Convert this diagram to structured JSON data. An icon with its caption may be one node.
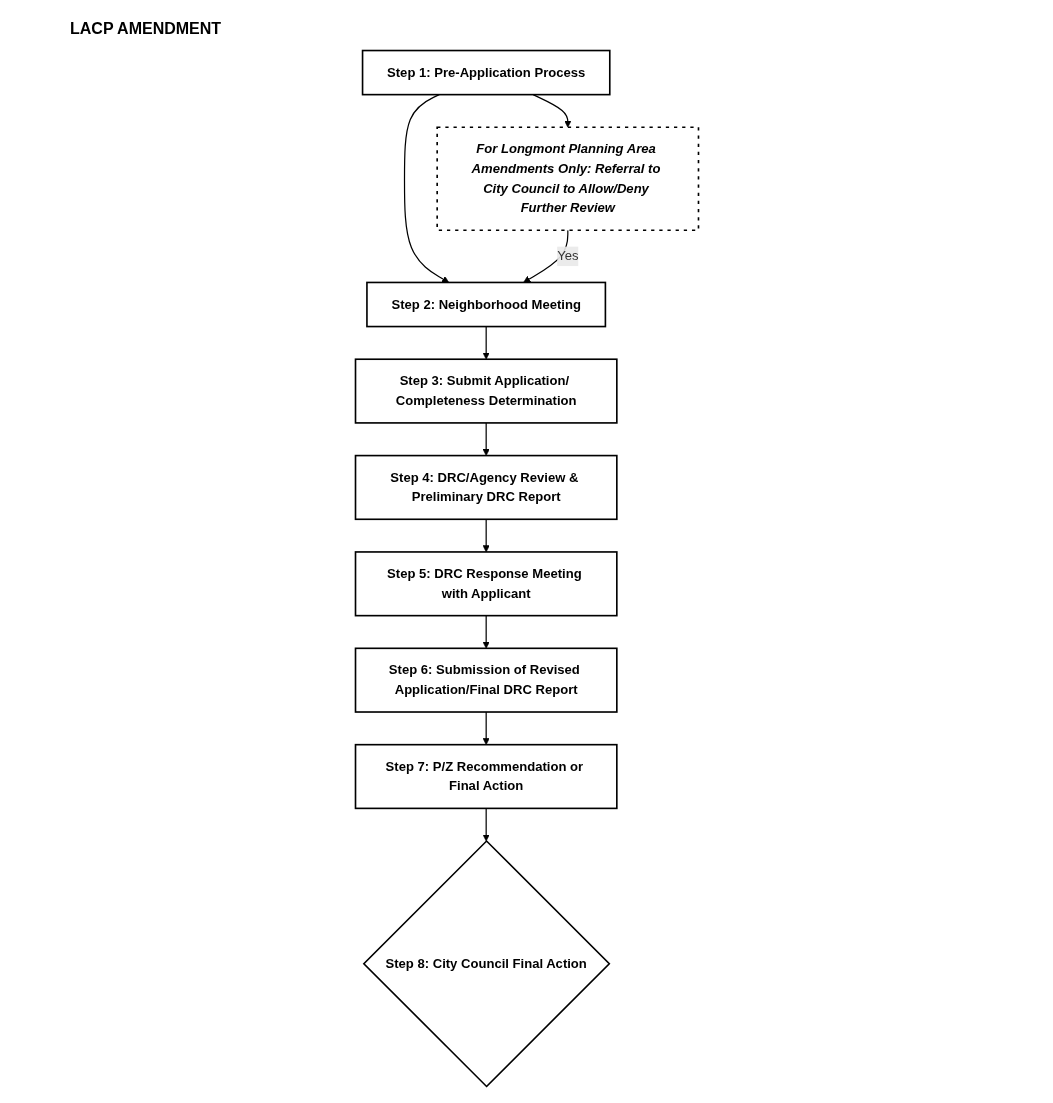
{
  "diagram": {
    "title": "LACP AMENDMENT",
    "nodes": [
      {
        "text": [
          "Step 1: Pre-Application Process"
        ]
      },
      {
        "text": [
          "For Longmont Planning Area Amendments Only: Referral to City Council to Allow/Deny Further Review"
        ]
      },
      {
        "text": [
          "Step 2: Neighborhood Meeting"
        ]
      },
      {
        "text": [
          "Step 3: Submit Application/ Completeness Determination"
        ]
      },
      {
        "text": [
          "Step 4: DRC/Agency Review & Preliminary DRC Report"
        ]
      },
      {
        "text": [
          "Step 5: DRC Response Meeting with Applicant"
        ]
      },
      {
        "text": [
          "Step 6: Submission of Revised Application/Final DRC Report"
        ]
      },
      {
        "text": [
          "Step 7: P/Z Recommendation or Final Action"
        ]
      },
      {
        "text": [
          "Step 8: City Council Final Action"
        ]
      }
    ],
    "edges": [
      {
        "from": 0,
        "to": 1,
        "arrow": "to"
      },
      {
        "from": 0,
        "to": 2,
        "arrow": "to"
      },
      {
        "from": 1,
        "to": 2,
        "arrow": "to",
        "label": "Yes"
      },
      {
        "from": 2,
        "to": 3,
        "arrow": "to"
      },
      {
        "from": 3,
        "to": 4,
        "arrow": "to"
      },
      {
        "from": 4,
        "to": 5,
        "arrow": "to"
      },
      {
        "from": 5,
        "to": 6,
        "arrow": "to"
      },
      {
        "from": 6,
        "to": 7,
        "arrow": "to"
      },
      {
        "from": 7,
        "to": 8,
        "arrow": "to"
      }
    ]
  }
}
